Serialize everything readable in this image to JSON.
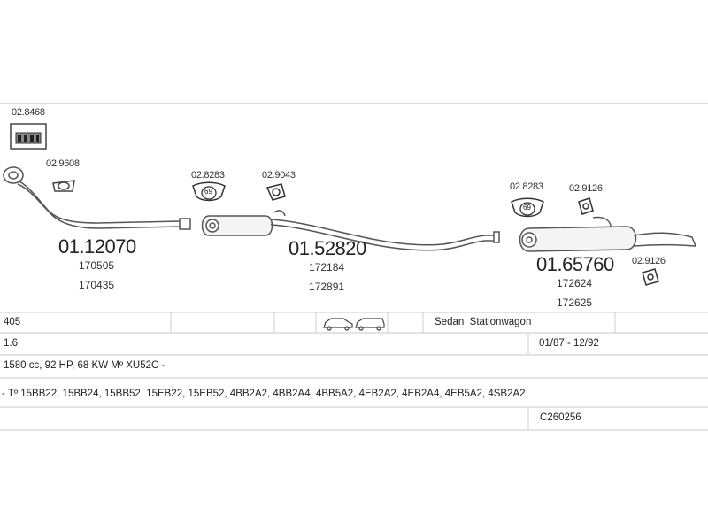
{
  "parts": {
    "clamp_box": {
      "code": "02.8468"
    },
    "gasket": {
      "code": "02.9608"
    },
    "front_pipe": {
      "code": "01.12070",
      "refs": [
        "170505",
        "170435"
      ]
    },
    "mount_1": {
      "code": "02.8283"
    },
    "bracket_1": {
      "code": "02.9043"
    },
    "middle_silencer": {
      "code": "01.52820",
      "refs": [
        "172184",
        "172891"
      ]
    },
    "mount_2": {
      "code": "02.8283"
    },
    "bracket_2": {
      "code": "02.9126"
    },
    "rear_silencer": {
      "code": "01.65760",
      "refs": [
        "172624",
        "172625"
      ]
    },
    "bracket_3": {
      "code": "02.9126"
    },
    "mount_badge": "69"
  },
  "table": {
    "model": "405",
    "body_types": "Sedan  Stationwagon",
    "engine": "1.6",
    "years": "01/87 - 12/92",
    "engine_details": "1580 cc, 92 HP, 68 KW Mº XU52C -",
    "type_codes": "- Tº 15BB22, 15BB24, 15BB52, 15EB22, 15EB52, 4BB2A2, 4BB2A4, 4BB5A2, 4EB2A2, 4EB2A4, 4EB5A2, 4SB2A2",
    "catalog_ref": "C260256"
  },
  "colors": {
    "line": "#555555",
    "rule": "#cccccc",
    "text": "#222222"
  }
}
